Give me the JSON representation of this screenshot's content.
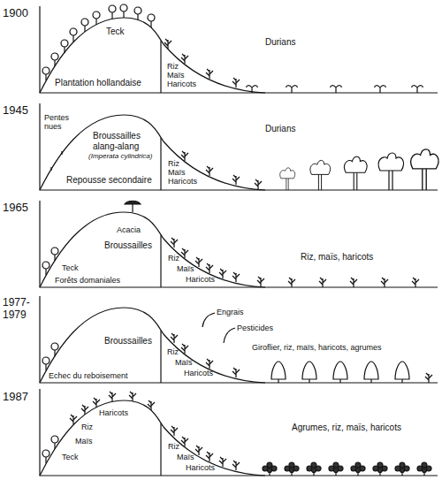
{
  "diagram": {
    "labels": [
      "1900",
      "Teck",
      "Durians",
      "Riz",
      "Maïs",
      "Haricots",
      "Plantation hollandaise",
      "1945",
      "Pentes nues",
      "Broussailles alang-alang",
      "(Imperata cylindrica)",
      "Durians",
      "Riz",
      "Maïs",
      "Haricots",
      "Repousse secondaire",
      "1965",
      "Acacia",
      "Broussailles",
      "Riz",
      "Maïs",
      "Haricots",
      "Riz, maïs, haricots",
      "Teck",
      "Forêts domaniales",
      "1977-1979",
      "Engrais",
      "Pesticides",
      "Broussailles",
      "Riz",
      "Maïs",
      "Haricots",
      "Giroflier, riz, maïs, haricots, agrumes",
      "Echec du reboisement",
      "1987",
      "Haricots",
      "Riz",
      "Maïs",
      "Teck",
      "Riz",
      "Maïs",
      "Haricots",
      "Agrumes, riz, maïs, haricots"
    ]
  }
}
